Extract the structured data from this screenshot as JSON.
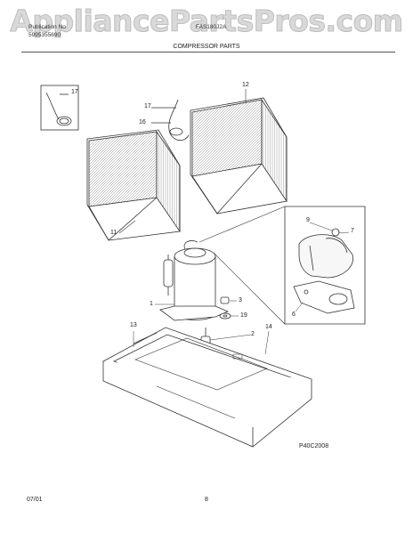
{
  "watermark": "AppliancePartsPros.com",
  "header": {
    "left_line1": "Publication No",
    "left_line2": "5995355690",
    "right_line1": "FAS180J2A",
    "title": "COMPRESSOR PARTS"
  },
  "callouts": {
    "c17a": "17",
    "c17b": "17",
    "c16": "16",
    "c12": "12",
    "c11": "11",
    "c9": "9",
    "c7": "7",
    "c6": "6",
    "c1": "1",
    "c3": "3",
    "c19": "19",
    "c2": "2",
    "c13": "13",
    "c14": "14"
  },
  "figure_code": "P40C2008",
  "footer": {
    "date": "07/01",
    "page": "8"
  }
}
